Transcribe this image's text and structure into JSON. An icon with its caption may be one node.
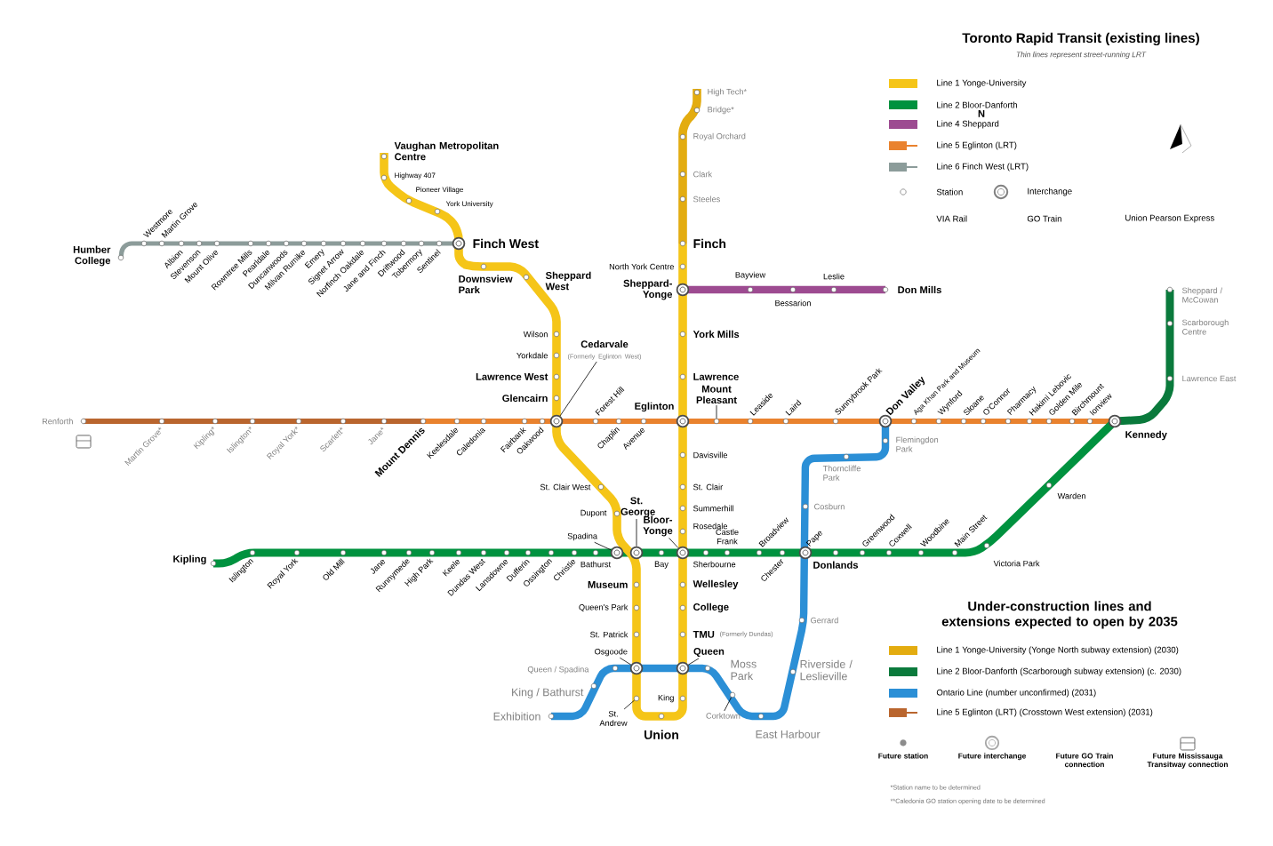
{
  "diagram": {
    "title": "Toronto Rapid Transit (existing lines)",
    "nodes": [
      {
        "text": [
          "Cedarvale",
          "(Formerly Eglinton West)"
        ]
      },
      {
        "text": [
          "Spadina"
        ]
      },
      {
        "text": [
          "St. George"
        ]
      },
      {
        "text": [
          "Bloor-Yonge"
        ]
      },
      {
        "text": [
          "Osgoode"
        ]
      },
      {
        "text": [
          "Queen"
        ]
      },
      {
        "text": [
          "St. Andrew"
        ]
      },
      {
        "text": [
          "Corktown"
        ]
      },
      {
        "text": [
          "Mount Pleasant"
        ]
      },
      {
        "text": [],
        "shape": "circle"
      },
      {
        "text": [],
        "shape": "circle"
      },
      {
        "text": [],
        "shape": "circle"
      },
      {
        "text": [],
        "shape": "circle"
      },
      {
        "text": [],
        "shape": "circle"
      },
      {
        "text": [],
        "shape": "circle"
      },
      {
        "text": [],
        "shape": "circle"
      },
      {
        "text": [],
        "shape": "circle"
      },
      {
        "text": [],
        "shape": "circle"
      }
    ],
    "edges": [
      {
        "from": 0,
        "to": 10,
        "arrow": "none"
      },
      {
        "from": 1,
        "to": 11,
        "arrow": "none"
      },
      {
        "from": 2,
        "to": 12,
        "arrow": "none"
      },
      {
        "from": 3,
        "to": 13,
        "arrow": "none"
      },
      {
        "from": 4,
        "to": 14,
        "arrow": "none"
      },
      {
        "from": 5,
        "to": 15,
        "arrow": "none"
      },
      {
        "from": 6,
        "to": 16,
        "arrow": "none"
      },
      {
        "from": 7,
        "to": 17,
        "arrow": "none"
      },
      {
        "from": 8,
        "to": 9,
        "arrow": "none"
      }
    ],
    "labels": [
      "Thin lines represent street-running LRT",
      "N",
      "Humber College",
      "Westmore",
      "Martin Grove",
      "Albion",
      "Stevenson",
      "Mount Olive",
      "Rowntree Mills",
      "Pearldale",
      "Duncanwoods",
      "Milvan Rumike",
      "Emery",
      "Signet Arrow",
      "Norfinch Oakdale",
      "Jane and Finch",
      "Driftwood",
      "Tobermory",
      "Sentinel",
      "Finch West",
      "Vaughan Metropolitan Centre",
      "Highway 407",
      "Pioneer Village",
      "York University",
      "Downsview Park",
      "Sheppard West",
      "Wilson",
      "Yorkdale",
      "Lawrence West",
      "Glencairn",
      "Forest Hill",
      "Mount Dennis",
      "Keelesdale",
      "Caledonia",
      "Fairbank",
      "Oakwood",
      "Chaplin",
      "Avenue",
      "Eglinton",
      "Leaside",
      "Laird",
      "Sunnybrook Park",
      "Don Valley",
      "Aga Khan Park and Museum",
      "Wynford",
      "Sloane",
      "O'Connor",
      "Pharmacy",
      "Hakimi Lebovic",
      "Golden Mile",
      "Birchmount",
      "Ionview",
      "Kennedy",
      "Renforth",
      "Martin Grove*",
      "Kipling*",
      "Islington*",
      "Royal York*",
      "Scarlett*",
      "Jane*",
      "North York Centre",
      "Sheppard-Yonge",
      "Finch",
      "Steeles",
      "Clark",
      "Royal Orchard",
      "Bridge*",
      "High Tech*",
      "York Mills",
      "Lawrence",
      "Bayview",
      "Bessarion",
      "Leslie",
      "Don Mills",
      "Davisville",
      "St. Clair",
      "Summerhill",
      "Rosedale",
      "St. Clair West",
      "Dupont",
      "Kipling",
      "Islington",
      "Royal York",
      "Old Mill",
      "Jane",
      "Runnymede",
      "High Park",
      "Keele",
      "Dundas West",
      "Lansdowne",
      "Dufferin",
      "Ossington",
      "Christie",
      "Bathurst",
      "Bay",
      "Sherbourne",
      "Castle Frank",
      "Broadview",
      "Chester",
      "Donlands",
      "Greenwood",
      "Coxwell",
      "Woodbine",
      "Main Street",
      "Victoria Park",
      "Warden",
      "Lawrence East",
      "Scarborough Centre",
      "Sheppard / McCowan",
      "Museum",
      "Queen's Park",
      "St. Patrick",
      "Wellesley",
      "College",
      "TMU",
      "(Formerly Dundas)",
      "King",
      "Union",
      "Queen / Spadina",
      "King / Bathurst",
      "Exhibition",
      "Moss Park",
      "East Harbour",
      "Riverside / Leslieville",
      "Gerrard",
      "Cosburn",
      "Thorncliffe Park",
      "Flemingdon Park",
      "Under-construction lines and extensions expected to open by 2035",
      "*Station name to be determined",
      "**Caledonia GO station opening date to be determined",
      "Pape"
    ],
    "legend": [
      {
        "text": "Line 1 Yonge-University",
        "color": "#f5c518"
      },
      {
        "text": "Line 2 Bloor-Danforth",
        "color": "#00923f"
      },
      {
        "text": "Line 4 Sheppard",
        "color": "#9d4b91"
      },
      {
        "text": "Line 5 Eglinton (LRT)",
        "color": "#e9822e"
      },
      {
        "text": "Line 6 Finch West (LRT)",
        "color": "#8c9c9a"
      },
      {
        "text": "Station"
      },
      {
        "text": "Interchange"
      },
      {
        "text": "VIA Rail"
      },
      {
        "text": "GO Train"
      },
      {
        "text": "Union Pearson Express"
      },
      {
        "text": "Line 1 Yonge-University (Yonge North subway extension) (2030)",
        "color": "#e3ac10"
      },
      {
        "text": "Line 2 Bloor-Danforth (Scarborough subway extension) (c. 2030)",
        "color": "#0a7a3c"
      },
      {
        "text": "Ontario Line (number unconfirmed) (2031)",
        "color": "#2b8fd6"
      },
      {
        "text": "Line 5 Eglinton (LRT) (Crosstown West extension) (2031)",
        "color": "#b9652e"
      },
      {
        "text": "Future station"
      },
      {
        "text": "Future interchange"
      },
      {
        "text": "Future GO Train connection"
      },
      {
        "text": "Future Mississauga Transitway connection"
      }
    ]
  }
}
